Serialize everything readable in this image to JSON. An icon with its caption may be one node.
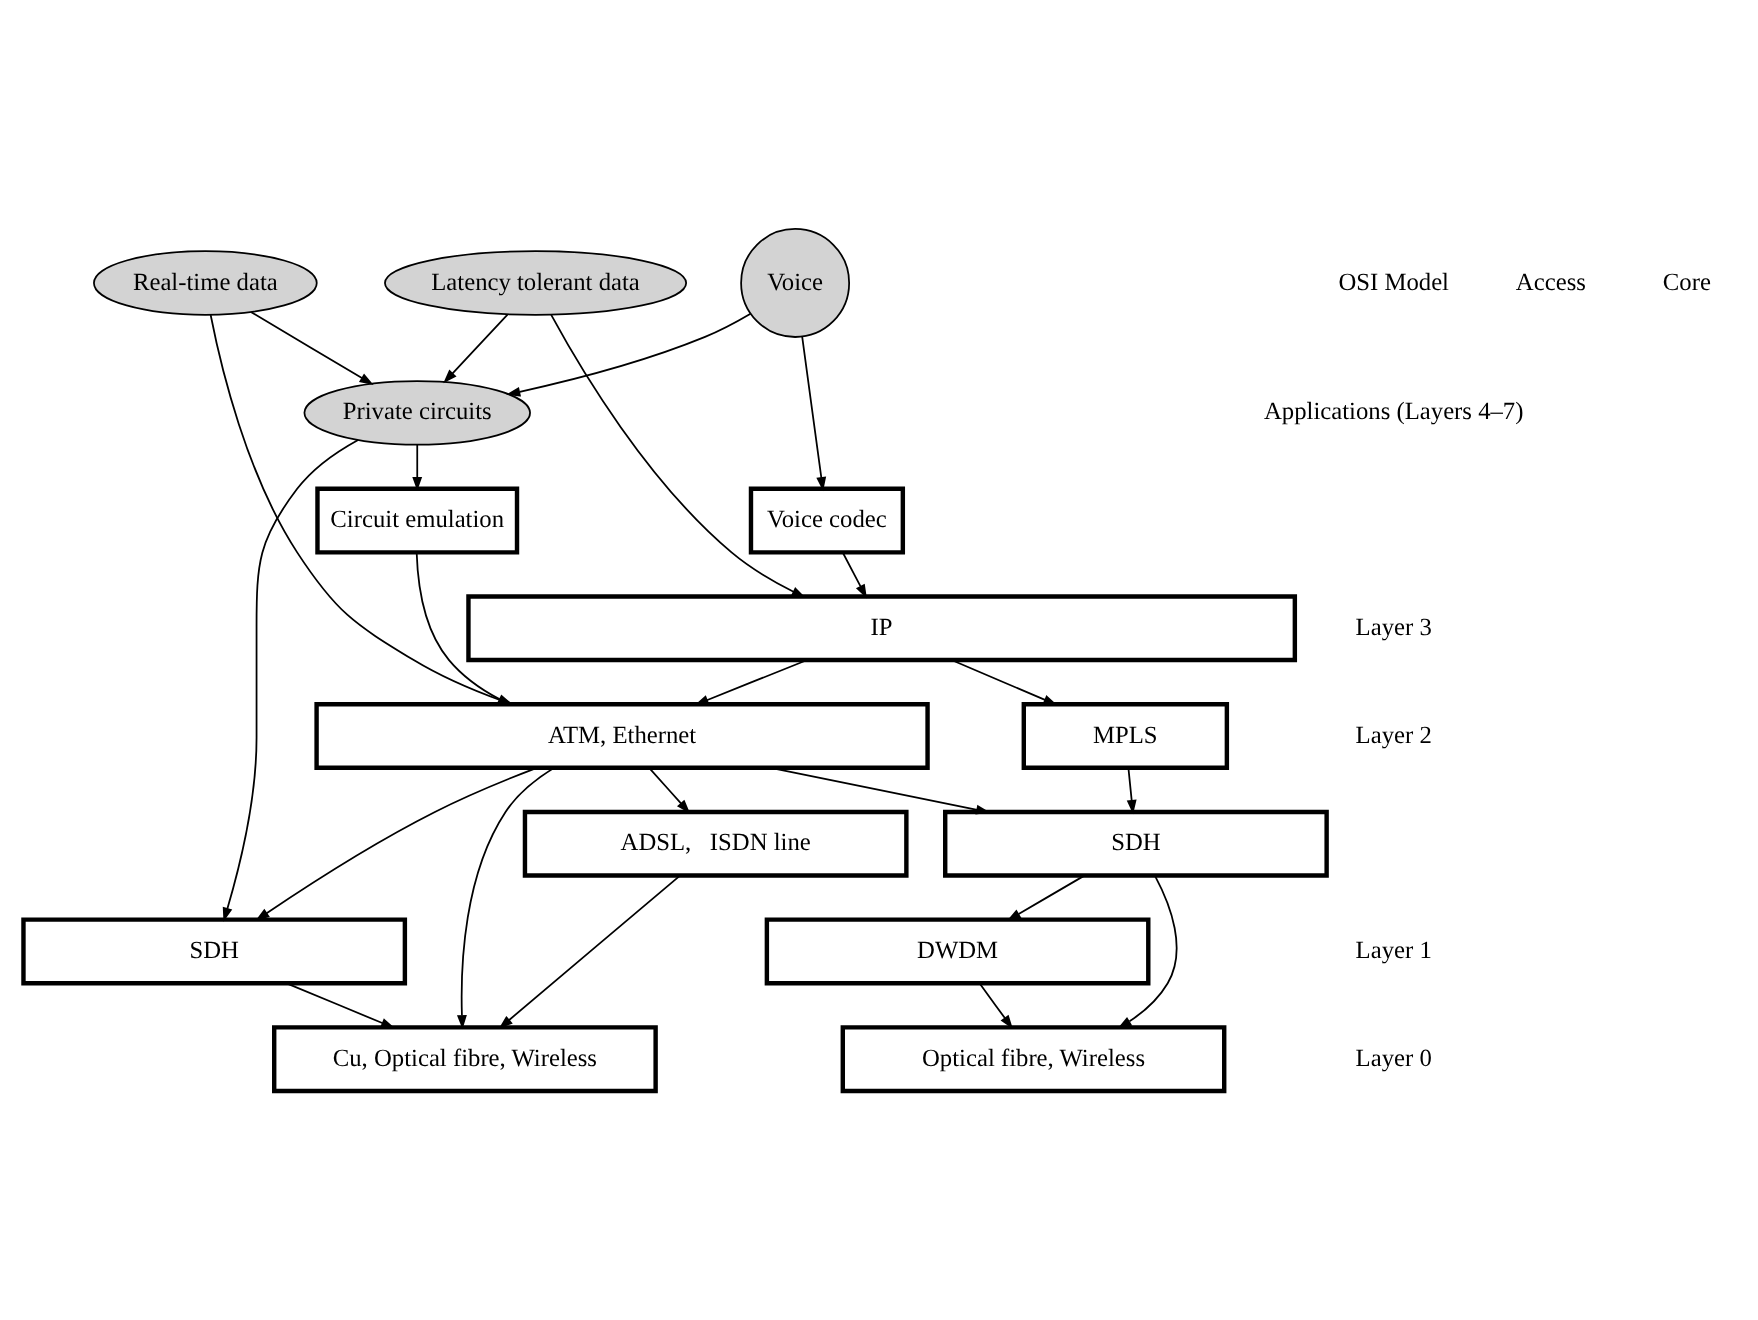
{
  "diagram": {
    "nodes": [
      {
        "text": [
          "Voice"
        ]
      },
      {
        "text": [
          "Real-time data"
        ]
      },
      {
        "text": [
          "Latency tolerant data"
        ]
      },
      {
        "text": [
          "Private circuits"
        ]
      },
      {
        "text": [
          "Voice codec"
        ]
      },
      {
        "text": [
          "Circuit emulation"
        ]
      },
      {
        "text": [
          "IP"
        ]
      },
      {
        "text": [
          "ATM, Ethernet"
        ]
      },
      {
        "text": [
          "MPLS"
        ]
      },
      {
        "text": [
          "ADSL,   ISDN line"
        ]
      },
      {
        "text": [
          "SDH"
        ]
      },
      {
        "text": [
          "Cu, Optical fibre, Wireless"
        ]
      },
      {
        "text": [
          "SDH"
        ]
      },
      {
        "text": [
          "DWDM"
        ]
      },
      {
        "text": [
          "Optical fibre, Wireless"
        ]
      }
    ],
    "edges": [
      {
        "from": 0,
        "to": 4,
        "arrow": "to"
      },
      {
        "from": 0,
        "to": 3,
        "arrow": "to"
      },
      {
        "from": 1,
        "to": 3,
        "arrow": "to"
      },
      {
        "from": 2,
        "to": 3,
        "arrow": "to"
      },
      {
        "from": 3,
        "to": 5,
        "arrow": "to"
      },
      {
        "from": 3,
        "to": 10,
        "arrow": "to"
      },
      {
        "from": 1,
        "to": 7,
        "arrow": "to"
      },
      {
        "from": 2,
        "to": 6,
        "arrow": "to"
      },
      {
        "from": 4,
        "to": 6,
        "arrow": "to"
      },
      {
        "from": 5,
        "to": 7,
        "arrow": "to"
      },
      {
        "from": 6,
        "to": 7,
        "arrow": "to"
      },
      {
        "from": 6,
        "to": 8,
        "arrow": "to"
      },
      {
        "from": 7,
        "to": 9,
        "arrow": "to"
      },
      {
        "from": 7,
        "to": 10,
        "arrow": "to"
      },
      {
        "from": 7,
        "to": 11,
        "arrow": "to"
      },
      {
        "from": 7,
        "to": 12,
        "arrow": "to"
      },
      {
        "from": 8,
        "to": 12,
        "arrow": "to"
      },
      {
        "from": 9,
        "to": 11,
        "arrow": "to"
      },
      {
        "from": 10,
        "to": 11,
        "arrow": "to"
      },
      {
        "from": 12,
        "to": 13,
        "arrow": "to"
      },
      {
        "from": 13,
        "to": 14,
        "arrow": "to"
      },
      {
        "from": 12,
        "to": 14,
        "arrow": "to"
      }
    ],
    "labels": [
      "OSI Model",
      "Applications (Layers 4–7)",
      "Layer 3",
      "Layer 2",
      "Layer 1",
      "Layer 0",
      "Access",
      "Core"
    ]
  }
}
